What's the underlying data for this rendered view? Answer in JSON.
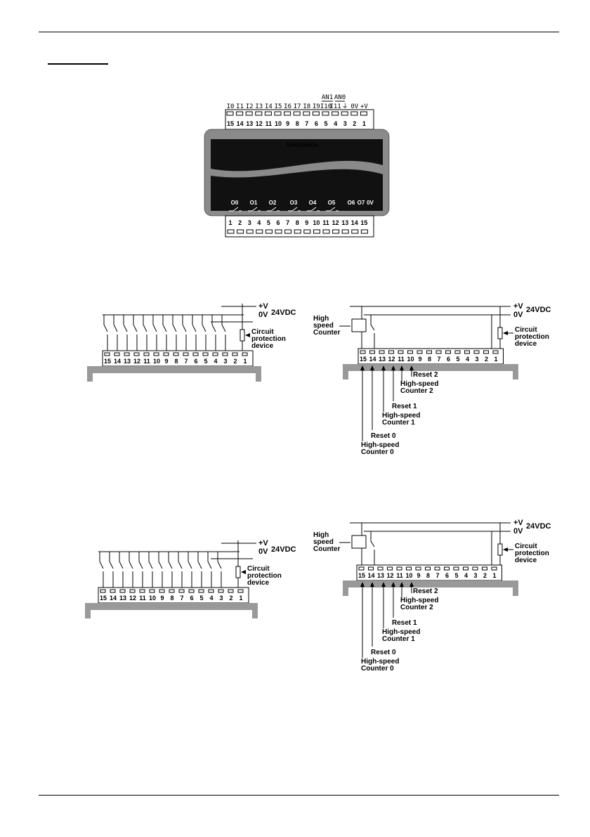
{
  "controller": {
    "input_labels": [
      "I0",
      "I1",
      "I2",
      "I3",
      "I4",
      "I5",
      "I6",
      "I7",
      "I8",
      "I9",
      "I10",
      "I11",
      "⏚",
      "0V",
      "+V"
    ],
    "analog_labels": [
      "AN1",
      "AN0"
    ],
    "input_terminals": [
      "15",
      "14",
      "13",
      "12",
      "11",
      "10",
      "9",
      "8",
      "7",
      "6",
      "5",
      "4",
      "3",
      "2",
      "1"
    ],
    "output_labels": [
      "O0",
      "O1",
      "O2",
      "O3",
      "O4",
      "O5",
      "O6",
      "O7",
      "0V"
    ],
    "output_terminals": [
      "1",
      "2",
      "3",
      "4",
      "5",
      "6",
      "7",
      "8",
      "9",
      "10",
      "11",
      "12",
      "13",
      "14",
      "15"
    ],
    "brand": "Unitronics"
  },
  "wiring": {
    "supply_pos": "+V",
    "supply_neg": "0V",
    "voltage": "24VDC",
    "terminals": [
      "15",
      "14",
      "13",
      "12",
      "11",
      "10",
      "9",
      "8",
      "7",
      "6",
      "5",
      "4",
      "3",
      "2",
      "1"
    ],
    "circuit_lines": [
      "Circuit",
      "protection",
      "device"
    ],
    "hs_counter_lines": [
      "High",
      "speed",
      "Counter"
    ],
    "reset2": "Reset 2",
    "hsc2_lines": [
      "High-speed",
      "Counter 2"
    ],
    "reset1": "Reset 1",
    "hsc1_lines": [
      "High-speed",
      "Counter 1"
    ],
    "reset0": "Reset 0",
    "hsc0_lines": [
      "High-speed",
      "Counter 0"
    ]
  }
}
